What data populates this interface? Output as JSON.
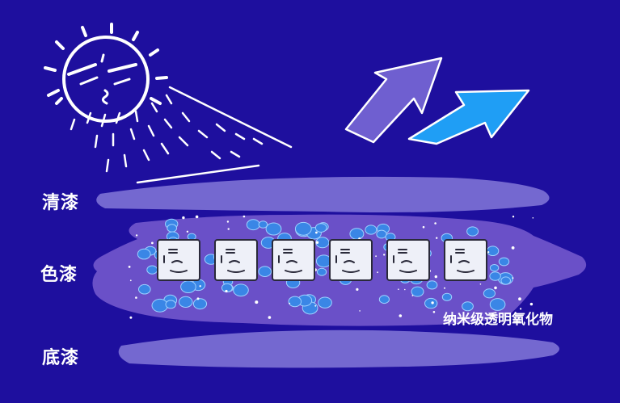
{
  "layers": {
    "clear_coat": "清漆",
    "color_coat": "色漆",
    "base_coat": "底漆"
  },
  "annotation": {
    "nano_oxide": "纳米级透明氧化物"
  },
  "colors": {
    "background": "#1e0f9e",
    "layer_fill": "#7468d0",
    "color_layer_fill": "#6a50c8",
    "particle_blue": "#3a86e6",
    "arrow_purple": "#6f5fd0",
    "arrow_blue": "#1f9ef5",
    "ink": "#ffffff"
  },
  "icons": {
    "sun": "sun-icon",
    "arrows": "reflected-arrow-icon",
    "nano_cell": "nano-particle-icon"
  }
}
